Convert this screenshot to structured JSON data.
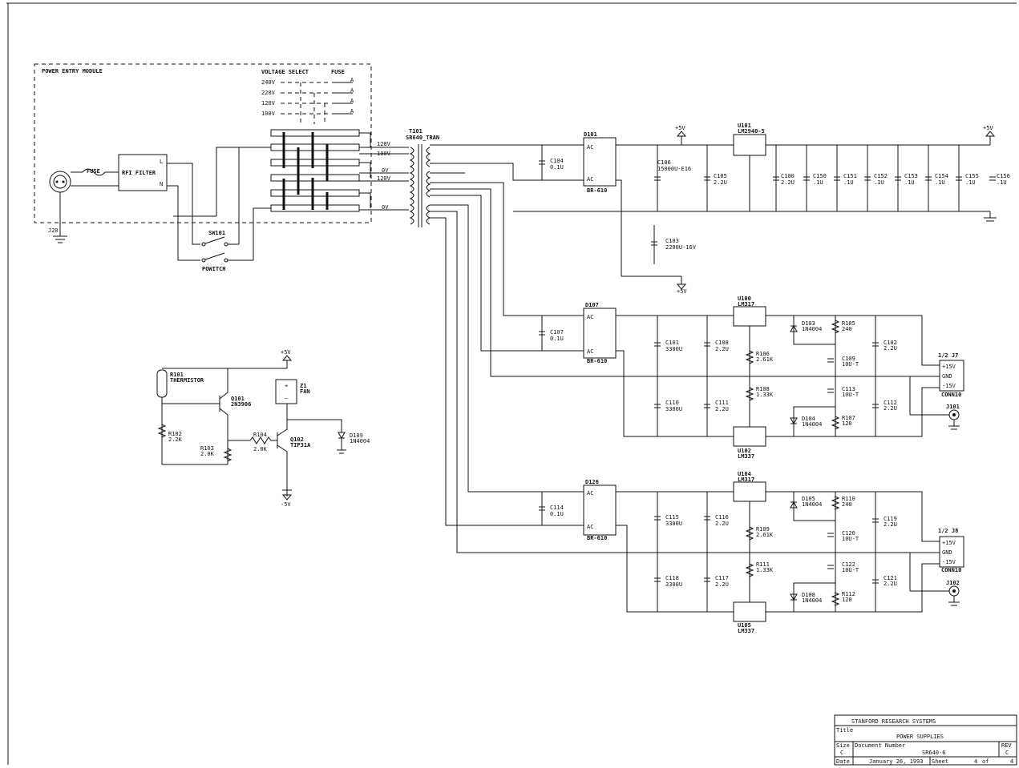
{
  "power_entry": {
    "title": "POWER ENTRY MODULE",
    "voltage_select": "VOLTAGE SELECT",
    "fuse_header": "FUSE",
    "voltages": [
      "240V",
      "220V",
      "120V",
      "100V"
    ],
    "fuse_marks": [
      "A",
      "A",
      "A",
      "A"
    ],
    "fuse_label": "FUSE",
    "filter_label": "RFI FILTER",
    "jack": "J20",
    "filter_pin_l": "L",
    "filter_pin_n": "N"
  },
  "switch": {
    "ref": "SW101",
    "name": "POWITCH"
  },
  "transformer": {
    "ref": "T101",
    "part": "SR640_TRAN",
    "taps": [
      "120V",
      "100V",
      "0V",
      "120V",
      "0V"
    ]
  },
  "pos_supply": {
    "bridge": {
      "ref": "D101",
      "part": "BR-610",
      "pin_ac": "AC"
    },
    "c104": {
      "ref": "C104",
      "val": "0.1U"
    },
    "c106": {
      "ref": "C106",
      "val": "15000U-E16"
    },
    "c105": {
      "ref": "C105",
      "val": "2.2U"
    },
    "c103": {
      "ref": "C103",
      "val": "2200U-16V"
    },
    "reg": {
      "ref": "U101",
      "part": "LM2940-5"
    },
    "rail_top": "+5V",
    "rail_out": "+5V",
    "rail_bottom": "+5V",
    "bypass": [
      {
        "ref": "C100",
        "val": "2.2U"
      },
      {
        "ref": "C150",
        "val": ".1U"
      },
      {
        "ref": "C151",
        "val": ".1U"
      },
      {
        "ref": "C152",
        "val": ".1U"
      },
      {
        "ref": "C153",
        "val": ".1U"
      },
      {
        "ref": "C154",
        "val": ".1U"
      },
      {
        "ref": "C155",
        "val": ".1U"
      },
      {
        "ref": "C156",
        "val": ".1U"
      }
    ]
  },
  "supply1": {
    "bridge": {
      "ref": "D107",
      "part": "BR-610",
      "pin_ac": "AC"
    },
    "c107": {
      "ref": "C107",
      "val": "0.1U"
    },
    "c101": {
      "ref": "C101",
      "val": "3300U"
    },
    "c108": {
      "ref": "C108",
      "val": "2.2U"
    },
    "c110": {
      "ref": "C110",
      "val": "3300U"
    },
    "c111": {
      "ref": "C111",
      "val": "2.2U"
    },
    "u_top": {
      "ref": "U100",
      "part": "LM317"
    },
    "u_bot": {
      "ref": "U102",
      "part": "LM337"
    },
    "d_top": {
      "ref": "D103",
      "val": "1N4004"
    },
    "d_bot": {
      "ref": "D104",
      "val": "1N4004"
    },
    "r_a": {
      "ref": "R105",
      "val": "240"
    },
    "r_b": {
      "ref": "R106",
      "val": "2.61K"
    },
    "r_c": {
      "ref": "R108",
      "val": "1.33K"
    },
    "r_d": {
      "ref": "R107",
      "val": "120"
    },
    "c109": {
      "ref": "C109",
      "val": "10U-T"
    },
    "c113": {
      "ref": "C113",
      "val": "10U-T"
    },
    "c102": {
      "ref": "C102",
      "val": "2.2U"
    },
    "c112": {
      "ref": "C112",
      "val": "2.2U"
    },
    "conn": {
      "ref": "1/2 J7",
      "pins": [
        "+15V",
        "GND",
        "-15V"
      ],
      "name": "CONN10"
    },
    "jack": "J101"
  },
  "supply2": {
    "bridge": {
      "ref": "D126",
      "part": "BR-610",
      "pin_ac": "AC"
    },
    "c114": {
      "ref": "C114",
      "val": "0.1U"
    },
    "c115": {
      "ref": "C115",
      "val": "3300U"
    },
    "c116": {
      "ref": "C116",
      "val": "2.2U"
    },
    "c118": {
      "ref": "C118",
      "val": "3300U"
    },
    "c117": {
      "ref": "C117",
      "val": "2.2U"
    },
    "u_top": {
      "ref": "U104",
      "part": "LM317"
    },
    "u_bot": {
      "ref": "U105",
      "part": "LM337"
    },
    "d_top": {
      "ref": "D105",
      "val": "1N4004"
    },
    "d_bot": {
      "ref": "D108",
      "val": "1N4004"
    },
    "r_a": {
      "ref": "R110",
      "val": "240"
    },
    "r_b": {
      "ref": "R109",
      "val": "2.61K"
    },
    "r_c": {
      "ref": "R111",
      "val": "1.33K"
    },
    "r_d": {
      "ref": "R112",
      "val": "120"
    },
    "c120": {
      "ref": "C120",
      "val": "10U-T"
    },
    "c122": {
      "ref": "C122",
      "val": "10U-T"
    },
    "c119": {
      "ref": "C119",
      "val": "2.2U"
    },
    "c121": {
      "ref": "C121",
      "val": "2.2U"
    },
    "conn": {
      "ref": "1/2 J8",
      "pins": [
        "+15V",
        "GND",
        "-15V"
      ],
      "name": "CONN10"
    },
    "jack": "J102"
  },
  "fan": {
    "rail_top": "+5V",
    "rail_bottom": "-5V",
    "thermistor": {
      "ref": "R101",
      "part": "THERMISTOR"
    },
    "q101": {
      "ref": "Q101",
      "part": "2N3906"
    },
    "r102": {
      "ref": "R102",
      "val": "2.2K"
    },
    "r103": {
      "ref": "R103",
      "val": "2.0K"
    },
    "r104": {
      "ref": "R104",
      "val": "2.0K"
    },
    "q102": {
      "ref": "Q102",
      "part": "TIP31A"
    },
    "fan": {
      "ref": "Z1",
      "part": "FAN"
    },
    "d109": {
      "ref": "D109",
      "val": "1N4004"
    }
  },
  "title_block": {
    "company": "STANFORD RESEARCH SYSTEMS",
    "title_label": "Title",
    "title": "POWER SUPPLIES",
    "size_label": "Size",
    "size": "C",
    "docnum_label": "Document Number",
    "docnum": "SR640-6",
    "rev_label": "REV",
    "rev": "C",
    "date_label": "Date",
    "date": "January 26, 1993",
    "sheet_label": "Sheet",
    "sheet": "4",
    "of_label": "of",
    "sheets": "4"
  }
}
